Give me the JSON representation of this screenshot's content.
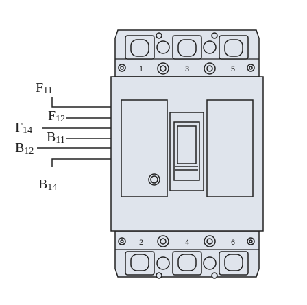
{
  "terminals_top": [
    "1",
    "3",
    "5"
  ],
  "terminals_bottom": [
    "2",
    "4",
    "6"
  ],
  "wires": [
    {
      "id": "f11",
      "main": "F",
      "sub": "11"
    },
    {
      "id": "f12",
      "main": "F",
      "sub": "12"
    },
    {
      "id": "f14",
      "main": "F",
      "sub": "14"
    },
    {
      "id": "b11",
      "main": "B",
      "sub": "11"
    },
    {
      "id": "b12",
      "main": "B",
      "sub": "12"
    },
    {
      "id": "b14",
      "main": "B",
      "sub": "14"
    }
  ],
  "colors": {
    "body": "#dfe4ec",
    "line": "#222222"
  }
}
